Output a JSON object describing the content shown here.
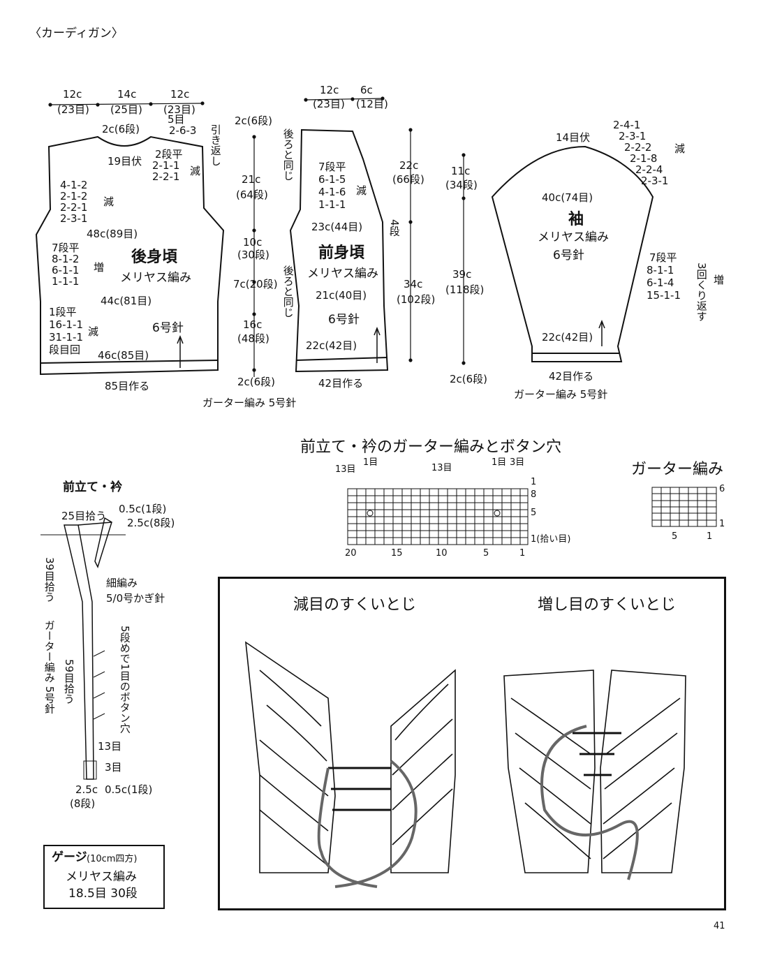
{
  "page_title": "〈カーディガン〉",
  "page_number": "41",
  "back": {
    "title": "後身頃",
    "stitch": "メリヤス編み",
    "needle": "6号針",
    "top_widths": [
      {
        "cm": "12c",
        "sts": "(23目)"
      },
      {
        "cm": "14c",
        "sts": "(25目)"
      },
      {
        "cm": "12c",
        "sts": "(23目)"
      }
    ],
    "neck_depth": "2c(6段)",
    "neck_bind": "19目伏",
    "shoulder_5": "5目",
    "shoulder_rule": "2-6-3",
    "short_rows": "引き返し",
    "neck_dec": [
      "2段平",
      "2-1-1",
      "2-2-1"
    ],
    "neck_dec_label": "減",
    "armhole_dec": [
      "4-1-2",
      "2-1-2",
      "2-2-1",
      "2-3-1"
    ],
    "armhole_dec_label": "減",
    "chest": "48c(89目)",
    "side_inc": [
      "7段平",
      "8-1-2",
      "6-1-1",
      "1-1-1"
    ],
    "side_inc_label": "増",
    "waist": "44c(81目)",
    "hem_dec": [
      "1段平",
      "16-1-1",
      "31-1-1",
      "段目回"
    ],
    "hem_dec_label": "減",
    "hem_width": "46c(85目)",
    "cast_on": "85目作る",
    "ribbing": "ガーター編み 5号針"
  },
  "vert": {
    "top": "2c(6段)",
    "v1": "21c",
    "v1s": "(64段)",
    "v2": "10c",
    "v2s": "(30段)",
    "v3": "7c(20段)",
    "v4": "16c",
    "v4s": "(48段)",
    "bottom": "2c(6段)"
  },
  "front": {
    "title": "前身頃",
    "stitch": "メリヤス編み",
    "needle": "6号針",
    "top_widths": [
      {
        "cm": "12c",
        "sts": "(23目)"
      },
      {
        "cm": "6c",
        "sts": "(12目)"
      }
    ],
    "same_as_back_top": "後ろと同じ",
    "same_as_back_side": "後ろと同じ",
    "neck_dec": [
      "7段平",
      "6-1-5",
      "4-1-6",
      "1-1-1"
    ],
    "neck_dec_label": "減",
    "chest": "23c(44目)",
    "four_rows": "4段",
    "waist": "21c(40目)",
    "hem_width": "22c(42目)",
    "cast_on": "42目作る",
    "h_total": "34c",
    "h_total_s": "(102段)",
    "h_upper": "22c",
    "h_upper_s": "(66段)"
  },
  "sleeve": {
    "title": "袖",
    "stitch": "メリヤス編み",
    "needle": "6号針",
    "cap_bind": "14目伏",
    "cap_dec": [
      "2-4-1",
      "2-3-1",
      "2-2-2",
      "2-1-8",
      "2-2-4",
      "2-3-1"
    ],
    "cap_dec_label": "減",
    "upper_width": "40c(74目)",
    "cap_h": "11c",
    "cap_h_s": "(34段)",
    "body_h": "39c",
    "body_h_s": "(118段)",
    "bottom_rib": "2c(6段)",
    "inc": [
      "7段平",
      "8-1-1",
      "6-1-4",
      "15-1-1"
    ],
    "repeat": "3回くり返す",
    "inc_label": "増",
    "cuff": "22c(42目)",
    "cast_on": "42目作る",
    "ribbing": "ガーター編み 5号針"
  },
  "band": {
    "title": "前立て・衿",
    "pick_25": "25目拾う",
    "w05": "0.5c(1段)",
    "w25": "2.5c(8段)",
    "pick_39": "39目拾う",
    "crochet": "細編み",
    "hook": "5/0号かぎ針",
    "button": "5段めで1目のボタン穴",
    "garter": "ガーター編み 5号針",
    "pick_59": "59目拾う",
    "thirteen": "13目",
    "three": "3目",
    "bot_w25": "2.5c",
    "bot_rows": "(8段)",
    "bot_w05": "0.5c(1段)"
  },
  "chart_title": "前立て・衿のガーター編みとボタン穴",
  "chart_top": [
    "13目",
    "1目",
    "13目",
    "1目",
    "3目"
  ],
  "chart_rows": [
    "1",
    "8",
    "5",
    "1(拾い目)"
  ],
  "chart_cols": [
    "20",
    "15",
    "10",
    "5",
    "1"
  ],
  "garter_title": "ガーター編み",
  "garter_rows": [
    "6",
    "1"
  ],
  "garter_cols": [
    "5",
    "1"
  ],
  "gauge": {
    "title": "ゲージ",
    "area": "(10cm四方)",
    "stitch": "メリヤス編み",
    "value": "18.5目 30段"
  },
  "finishing": {
    "dec_title": "減目のすくいとじ",
    "inc_title": "増し目のすくいとじ"
  }
}
